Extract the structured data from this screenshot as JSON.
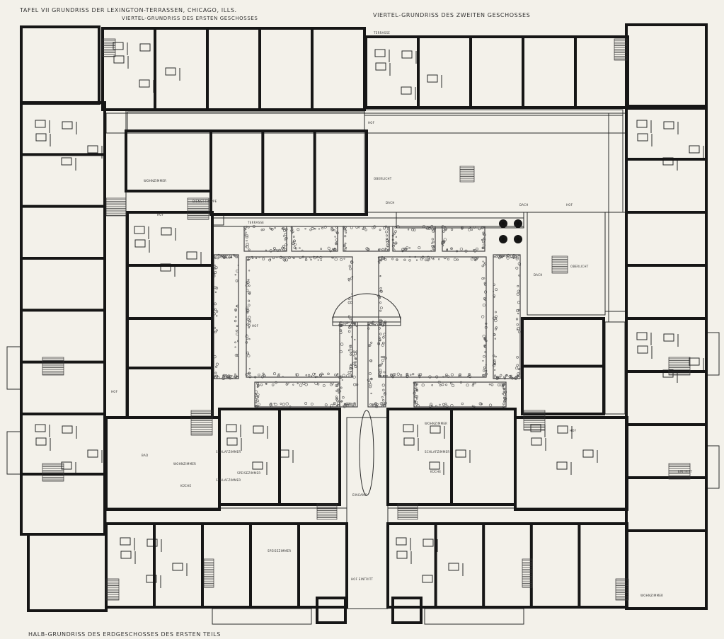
{
  "plate_title": "TAFEL VII GRUNDRISS DER LEXINGTON-TERRASSEN, CHICAGO, ILLS.",
  "first_floor_caption": "VIERTEL-GRUNDRISS DES ERSTEN GESCHOSSES",
  "second_floor_caption": "VIERTEL-GRUNDRISS DES ZWEITEN GESCHOSSES",
  "ground_floor_caption": "HALB-GRUNDRISS DES ERDGESCHOSSES DES ERSTEN TEILS",
  "labels": {
    "terrasse_top": "TERRASSE",
    "terrasse_court": "TERRASSE",
    "hof_top": "HOF",
    "dach_1": "DACH",
    "dach_2": "DACH",
    "dach_3": "DACH",
    "hof_roof": "HOF",
    "oberlicht_1": "OBERLICHT",
    "oberlicht_2": "OBERLICHT",
    "hof_court": "HOF",
    "hof_left": "HOF",
    "hof_left2": "HOF",
    "hof_right": "HOF",
    "eingang": "EINGANG",
    "hof_eintritt": "HOF EINTRITT",
    "eintritt_right": "EINTRITT",
    "wohnzimmer_1": "WOHNZIMMER",
    "wohnzimmer_2": "WOHNZIMMER",
    "wohnzimmer_3": "WOHNZIMMER",
    "wohnzimmer_4": "WOHNZIMMER",
    "schlafzimmer_1": "SCHLAFZIMMER",
    "schlafzimmer_2": "SCHLAFZIMMER",
    "schlafzimmer_3": "SCHLAFZIMMER",
    "speisezimmer_1": "SPEISEZIMMER",
    "speisezimmer_2": "SPEISEZIMMER",
    "kueche_1": "KÜCHE",
    "kueche_2": "KÜCHE",
    "bad": "BAD",
    "dienst_treppe": "DIENST-TREPPE"
  }
}
